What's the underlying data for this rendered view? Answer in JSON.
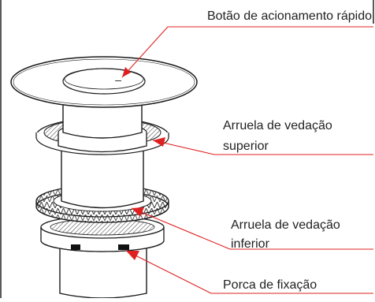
{
  "labels": {
    "button": "Botão de acionamento rápido",
    "upper_washer_line1": "Arruela de vedação",
    "upper_washer_line2": "superior",
    "lower_washer_line1": "Arruela de vedação",
    "lower_washer_line2": "inferior",
    "nut": "Porca de fixação"
  },
  "button_mark": "–",
  "colors": {
    "leader": "#e02020",
    "outline": "#1a1a1a",
    "hatch": "#555555",
    "frame": "#222222"
  },
  "icons": {
    "leader_arrow": "red-arrowhead"
  }
}
